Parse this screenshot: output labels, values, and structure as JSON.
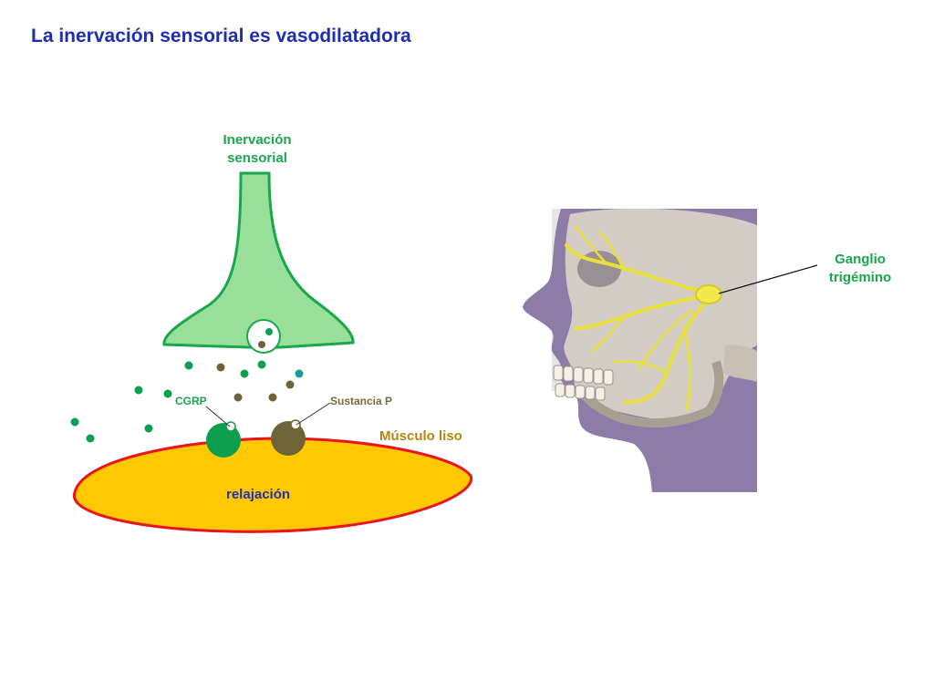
{
  "slide": {
    "title": "La inervación sensorial es vasodilatadora"
  },
  "diagram": {
    "nerve_label_line1": "Inervación",
    "nerve_label_line2": "sensorial",
    "cgrp_label": "CGRP",
    "substance_p_label": "Sustancia P",
    "muscle_label": "Músculo liso",
    "relaxation_label": "relajación"
  },
  "illustration": {
    "ganglion_label_line1": "Ganglio",
    "ganglion_label_line2": "trigémino"
  },
  "colors": {
    "title": "#1f2fb5",
    "nerve_fill": "#98e09a",
    "nerve_stroke": "#1aa64d",
    "cgrp": "#0e9e4f",
    "substance_p": "#6e6438",
    "muscle_fill": "#ffc800",
    "muscle_stroke": "#e8151e",
    "head_purple": "#8d7ca8",
    "nerve_yellow": "#e8e03a"
  }
}
